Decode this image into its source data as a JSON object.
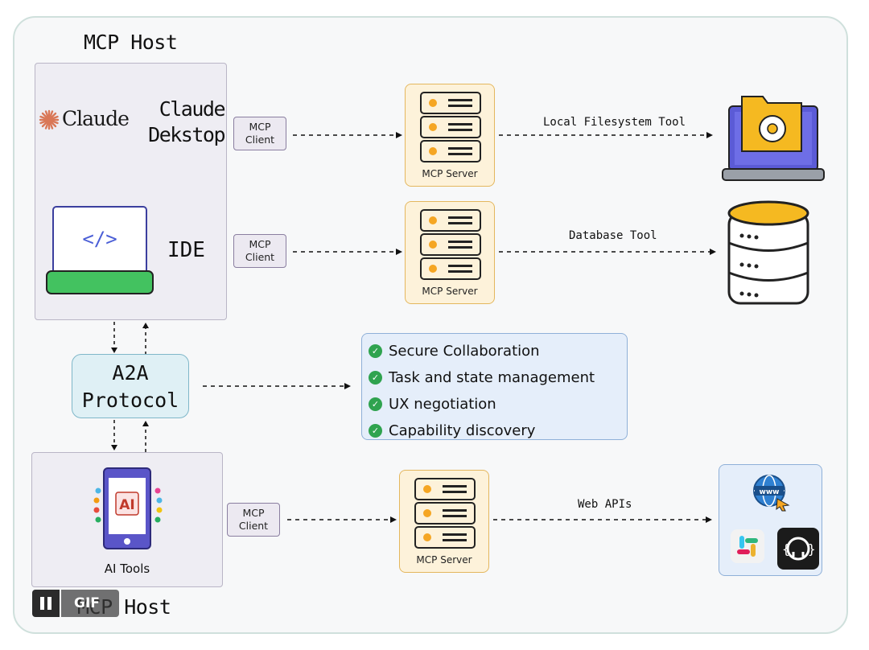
{
  "hosts": [
    {
      "title": "MCP Host"
    },
    {
      "title": "MCP Host"
    }
  ],
  "claude": {
    "logo_text": "Claude",
    "app_name": "Claude Dekstop",
    "app_line1": "Claude",
    "app_line2": "Dekstop"
  },
  "ide": {
    "label": "IDE",
    "code_glyph": "</>"
  },
  "ai_tools": {
    "label": "AI Tools",
    "badge": "AI"
  },
  "clients": [
    {
      "line1": "MCP",
      "line2": "Client"
    },
    {
      "line1": "MCP",
      "line2": "Client"
    },
    {
      "line1": "MCP",
      "line2": "Client"
    }
  ],
  "servers": [
    {
      "label": "MCP Server"
    },
    {
      "label": "MCP Server"
    },
    {
      "label": "MCP Server"
    }
  ],
  "tools": [
    {
      "label": "Local Filesystem Tool",
      "icon": "laptop-folder-icon"
    },
    {
      "label": "Database Tool",
      "icon": "database-icon"
    },
    {
      "label": "Web APIs",
      "icon": "web-apis-icon"
    }
  ],
  "a2a": {
    "line1": "A2A",
    "line2": "Protocol"
  },
  "features": [
    "Secure Collaboration",
    "Task and state management",
    "UX negotiation",
    "Capability discovery"
  ],
  "overlay": {
    "gif_label": "GIF"
  },
  "colors": {
    "server_fill": "#fdf2da",
    "server_accent": "#f5a623",
    "a2a_fill": "#dff0f5",
    "features_fill": "#e5eefa",
    "check": "#2fa34f",
    "ide_green": "#43c260",
    "ide_code": "#4a5ed6"
  }
}
